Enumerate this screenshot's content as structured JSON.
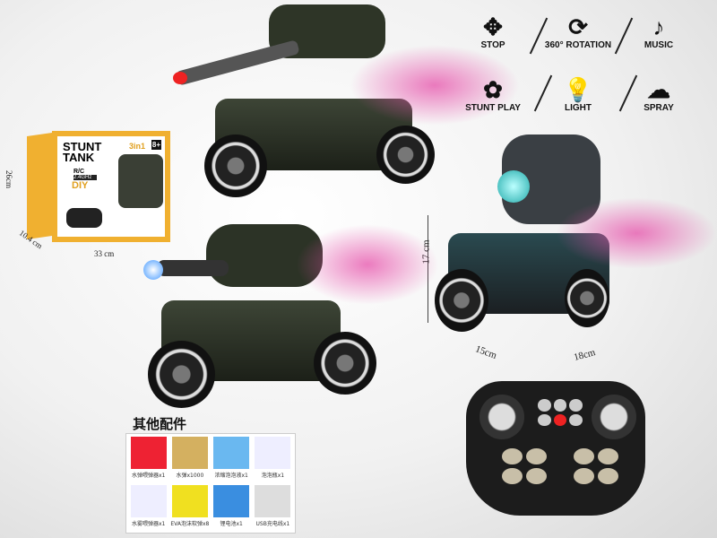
{
  "features": [
    {
      "label": "STOP",
      "icon": "arrows-icon",
      "glyph": "✥"
    },
    {
      "label": "360° ROTATION",
      "icon": "rotation-icon",
      "glyph": "⟳"
    },
    {
      "label": "MUSIC",
      "icon": "music-note-icon",
      "glyph": "♪"
    },
    {
      "label": "STUNT PLAY",
      "icon": "flower-wheel-icon",
      "glyph": "✿"
    },
    {
      "label": "LIGHT",
      "icon": "light-bulb-icon",
      "glyph": "💡"
    },
    {
      "label": "SPRAY",
      "icon": "spray-cloud-icon",
      "glyph": "☁"
    }
  ],
  "box": {
    "title1": "STUNT",
    "title2": "TANK",
    "rc": "R/C",
    "freq": "2.4GHz",
    "diy": "DIY",
    "combo": "3in1",
    "age": "8+",
    "height": "26cm",
    "depth": "10.4 cm",
    "width": "33 cm"
  },
  "dimensions": {
    "height": "17 cm",
    "depth": "15cm",
    "width": "18cm"
  },
  "accessories": {
    "title": "其他配件",
    "items": [
      "水弹喂弹器x1",
      "水弹x1000",
      "浓缩泡泡液x1",
      "泡泡瓶x1",
      "水雾喂弹器x1",
      "EVA泡沫软弹x8",
      "锂电池x1",
      "USB充电线x1"
    ]
  },
  "colors": {
    "box_yellow": "#f0b030",
    "spray_pink": "#e650aa",
    "tank_green": "#2c3326"
  }
}
